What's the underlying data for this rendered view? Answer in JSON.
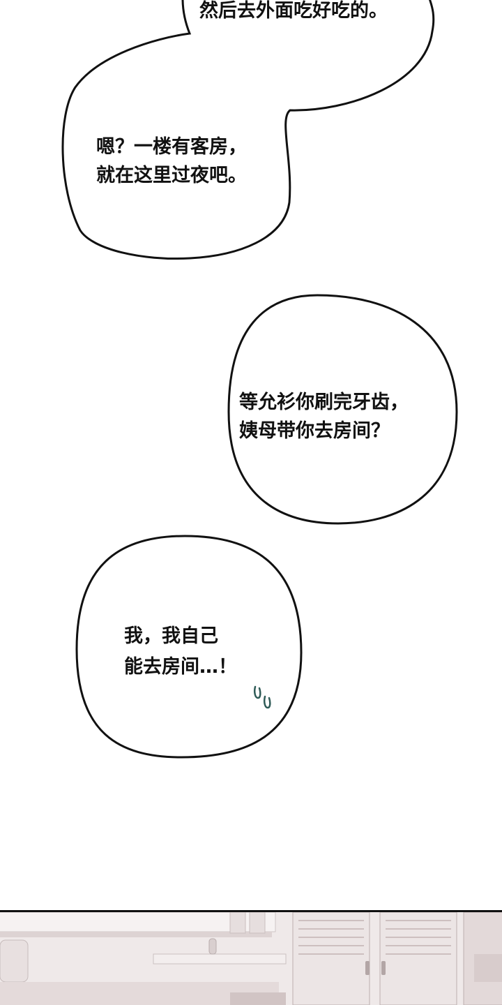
{
  "comic": {
    "bubbles": [
      {
        "id": "b1",
        "lines": "然后去外面吃好吃的。"
      },
      {
        "id": "b2",
        "lines": "嗯？一楼有客房，\n就在这里过夜吧。"
      },
      {
        "id": "b3",
        "lines": "等允衫你刷完牙齿，\n姨母带你去房间？"
      },
      {
        "id": "b4",
        "lines": "我，我自己\n能去房间…！"
      }
    ]
  },
  "colors": {
    "background": "#ffffff",
    "bubble_fill": "#ffffff",
    "outline": "#111111",
    "sweat": "#2f5b57",
    "room_light": "#f1eded",
    "room_shadow": "#d9d0d0"
  }
}
